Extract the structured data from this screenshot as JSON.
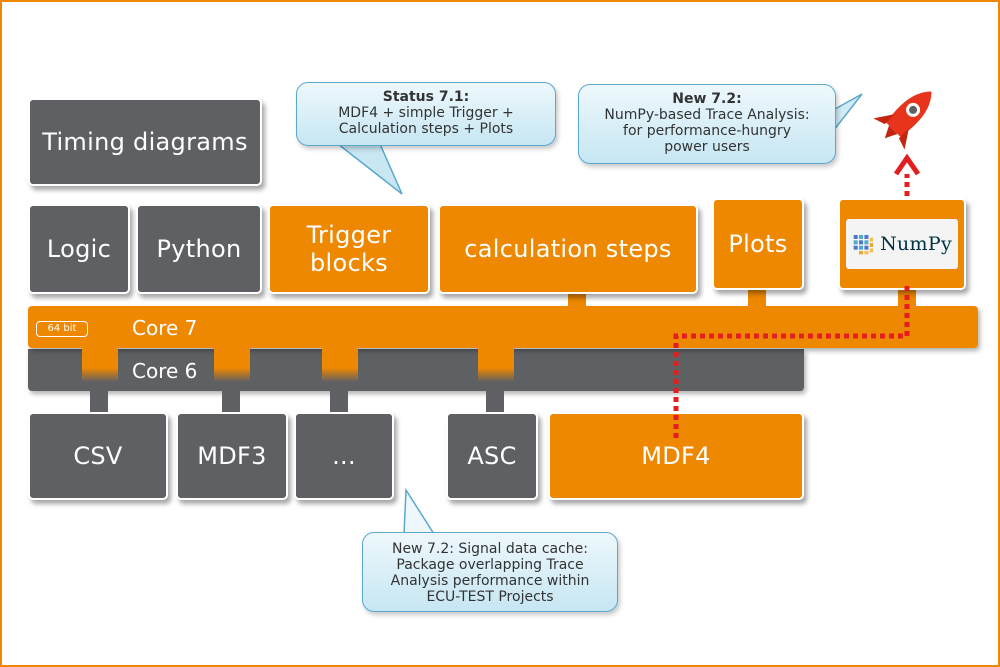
{
  "top_row": {
    "timing": "Timing diagrams"
  },
  "mid_row": {
    "logic": "Logic",
    "python": "Python",
    "trigger": "Trigger blocks",
    "calc": "calculation steps",
    "plots": "Plots"
  },
  "numpy": {
    "label": "NumPy"
  },
  "cores": {
    "badge": "64 bit",
    "core7": "Core 7",
    "core6": "Core 6"
  },
  "formats": {
    "csv": "CSV",
    "mdf3": "MDF3",
    "ellipsis": "...",
    "asc": "ASC",
    "mdf4": "MDF4"
  },
  "callouts": {
    "status": {
      "title": "Status 7.1:",
      "body": "MDF4 + simple Trigger + Calculation steps + Plots"
    },
    "numpy_new": {
      "title": "New 7.2:",
      "body": "NumPy-based Trace Analysis: for performance-hungry power users"
    },
    "cache": {
      "body": "New 7.2: Signal data cache: Package overlapping Trace Analysis performance within ECU-TEST Projects"
    }
  },
  "colors": {
    "orange": "#ee8800",
    "gray": "#5e6064",
    "callout_border": "#5aa8cc",
    "dotted_path": "#e41e1e"
  },
  "icons": {
    "rocket": "rocket-icon",
    "numpy_cube": "numpy-cube-icon"
  }
}
